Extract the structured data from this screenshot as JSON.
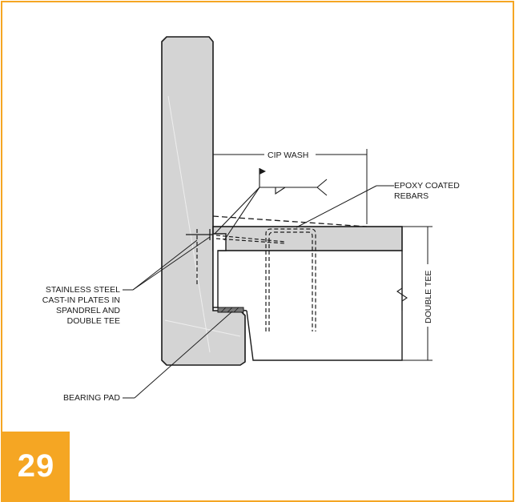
{
  "detail_number": "29",
  "labels": {
    "cip_wash": "CIP WASH",
    "epoxy_line1": "EPOXY COATED",
    "epoxy_line2": "REBARS",
    "plates_line1": "STAINLESS STEEL",
    "plates_line2": "CAST-IN PLATES IN",
    "plates_line3": "SPANDREL AND",
    "plates_line4": "DOUBLE TEE",
    "double_tee": "DOUBLE TEE",
    "bearing_pad": "BEARING PAD"
  },
  "colors": {
    "accent": "#f5a623",
    "concrete": "#d4d4d4",
    "line": "#1a1a1a"
  },
  "icons": [
    "weld-flag-symbol",
    "break-line-symbol"
  ]
}
